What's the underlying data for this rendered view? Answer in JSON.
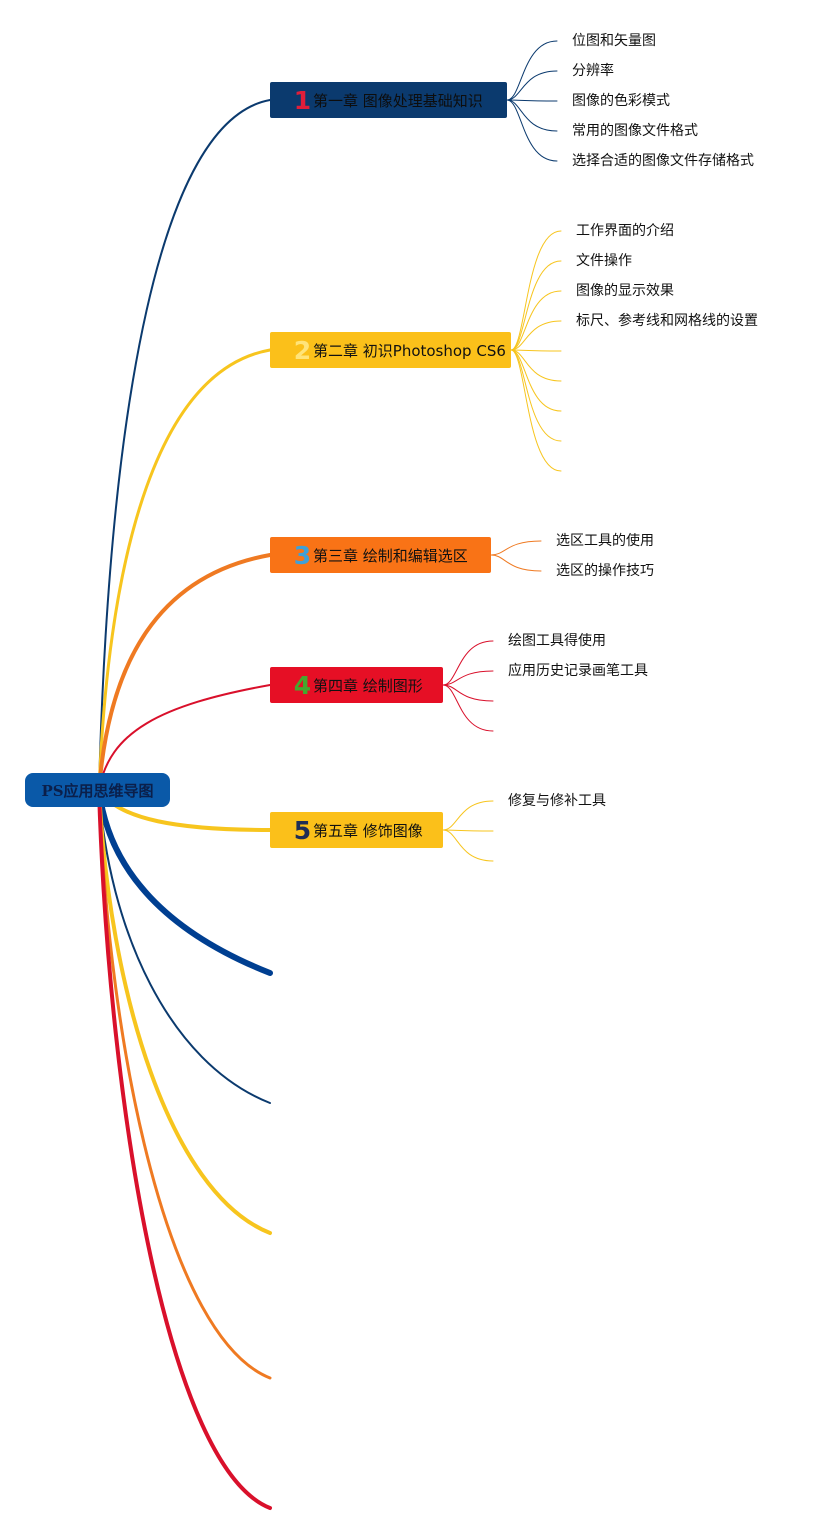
{
  "root": {
    "label": "PS应用思维导图",
    "color": "#0a59a8"
  },
  "chapters": [
    {
      "number": "1",
      "number_color": "#e01e3a",
      "title": "第一章 图像处理基础知识",
      "fill": "#0b3a6e",
      "line_color": "#0b3a6e",
      "subtopics": [
        "位图和矢量图",
        "分辨率",
        "图像的色彩模式",
        "常用的图像文件格式",
        "选择合适的图像文件存储格式"
      ]
    },
    {
      "number": "2",
      "number_color": "#ffe47a",
      "title": "第二章 初识Photoshop CS6",
      "fill": "#fbc01a",
      "line_color": "#f7c51e",
      "subtopics": [
        "工作界面的介绍",
        "文件操作",
        "图像的显示效果",
        "标尺、参考线和网格线的设置",
        "",
        "",
        "",
        "",
        ""
      ]
    },
    {
      "number": "3",
      "number_color": "#3fa0d8",
      "title": "第三章 绘制和编辑选区",
      "fill": "#f97316",
      "line_color": "#ef7a22",
      "subtopics": [
        "选区工具的使用",
        "选区的操作技巧"
      ]
    },
    {
      "number": "4",
      "number_color": "#46a82e",
      "title": "第四章 绘制图形",
      "fill": "#e60f25",
      "line_color": "#d9102b",
      "subtopics": [
        "绘图工具得使用",
        "应用历史记录画笔工具",
        "",
        ""
      ]
    },
    {
      "number": "5",
      "number_color": "#1f2d55",
      "title": "第五章 修饰图像",
      "fill": "#fbc01a",
      "line_color": "#f7c51e",
      "subtopics": [
        "修复与修补工具",
        "",
        ""
      ]
    }
  ],
  "empty_branches": [
    {
      "color": "#003f91"
    },
    {
      "color": "#0b3a6e"
    },
    {
      "color": "#f7c51e"
    },
    {
      "color": "#ef7a22"
    },
    {
      "color": "#d9102b"
    }
  ]
}
